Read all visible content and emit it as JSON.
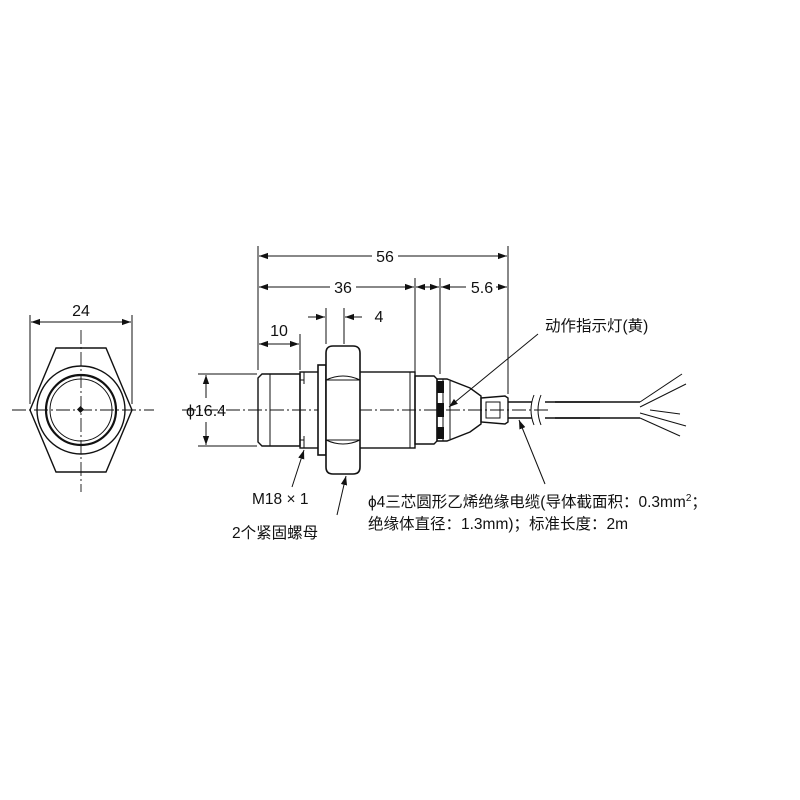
{
  "dimensions": {
    "hex_width": "24",
    "overall_length": "56",
    "body_length": "36",
    "nut_width": "4",
    "cable_gland": "5.6",
    "front_length": "10",
    "diameter": "ϕ16.4"
  },
  "callouts": {
    "indicator": "动作指示灯(黄)",
    "thread": "M18 × 1",
    "nuts": "2个紧固螺母",
    "cable_line1": "ϕ4三芯圆形乙烯绝缘电缆(导体截面积：0.3mm",
    "cable_sup": "2",
    "cable_sep": "；",
    "cable_line2": "绝缘体直径：1.3mm)；标准长度：2m"
  }
}
